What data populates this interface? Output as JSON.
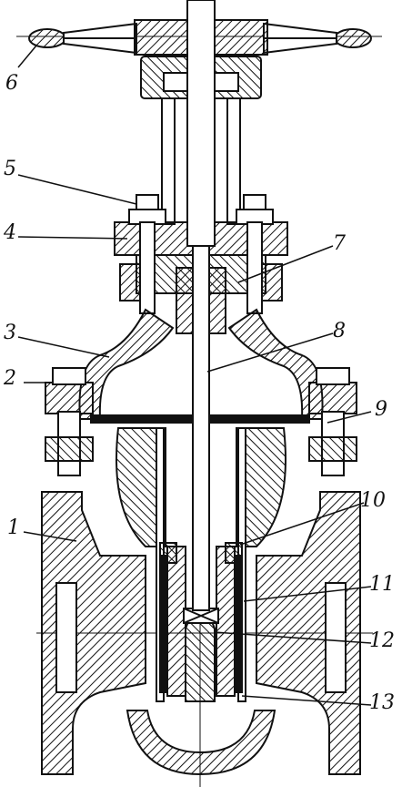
{
  "diagram": {
    "kind": "gate valve cross-section",
    "line_color": "#111111",
    "background": "#ffffff",
    "callouts": [
      {
        "id": "c1",
        "label": "1"
      },
      {
        "id": "c2",
        "label": "2"
      },
      {
        "id": "c3",
        "label": "3"
      },
      {
        "id": "c4",
        "label": "4"
      },
      {
        "id": "c5",
        "label": "5"
      },
      {
        "id": "c6",
        "label": "6"
      },
      {
        "id": "c7",
        "label": "7"
      },
      {
        "id": "c8",
        "label": "8"
      },
      {
        "id": "c9",
        "label": "9"
      },
      {
        "id": "c10",
        "label": "10"
      },
      {
        "id": "c11",
        "label": "11"
      },
      {
        "id": "c12",
        "label": "12"
      },
      {
        "id": "c13",
        "label": "13"
      }
    ]
  }
}
